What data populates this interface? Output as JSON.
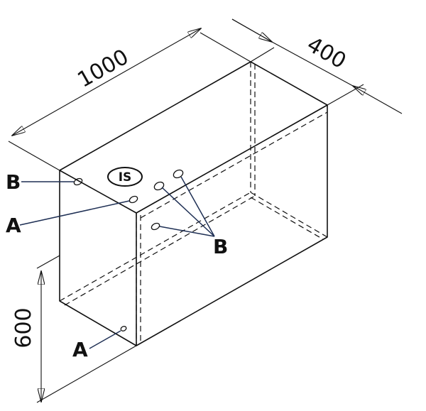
{
  "dimensions": {
    "length": "1000",
    "depth": "400",
    "height": "600"
  },
  "labels": {
    "b_left": "B",
    "b_right": "B",
    "a_top": "A",
    "a_bottom": "A"
  },
  "marking": "IS",
  "colors": {
    "line": "#111111",
    "leader": "#1e2f54",
    "background": "#ffffff"
  }
}
